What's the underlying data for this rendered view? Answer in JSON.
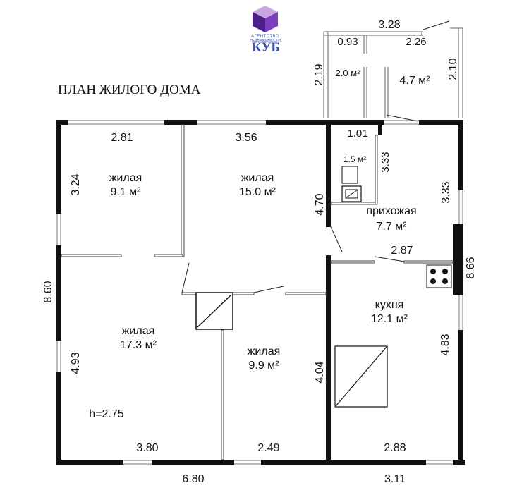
{
  "logo": {
    "agency_line1": "АГЕНТСТВО",
    "agency_line2": "НЕДВИЖИМОСТИ",
    "brand": "КУБ",
    "colors": {
      "cube_top": "#c9a7e3",
      "cube_left": "#4b1f8a",
      "cube_right": "#7b3fc0",
      "brand_text": "#3d4fb0"
    }
  },
  "title": "ПЛАН ЖИЛОГО ДОМА",
  "rooms": [
    {
      "id": "bedroom-nw",
      "label": "жилая",
      "area": "9.1 м²"
    },
    {
      "id": "living-north",
      "label": "жилая",
      "area": "15.0 м²"
    },
    {
      "id": "living-west",
      "label": "жилая",
      "area": "17.3 м²"
    },
    {
      "id": "bedroom-south",
      "label": "жилая",
      "area": "9.9 м²"
    },
    {
      "id": "hallway",
      "label": "прихожая",
      "area": "7.7 м²"
    },
    {
      "id": "kitchen",
      "label": "кухня",
      "area": "12.1 м²"
    },
    {
      "id": "porch-large",
      "label": "",
      "area": "4.7 м²"
    },
    {
      "id": "porch-small",
      "label": "",
      "area": "2.0 м²"
    },
    {
      "id": "bathroom",
      "label": "",
      "area": "1.5 м²"
    }
  ],
  "dimensions": {
    "north_left": "2.81",
    "north_mid": "3.56",
    "west_upper": "3.24",
    "west_total": "8.60",
    "west_lower": "4.93",
    "south_left": "3.80",
    "south_mid": "2.49",
    "south_right": "2.88",
    "south_total": "6.80",
    "south_total_right": "3.11",
    "wall_center": "4.70",
    "wall_lower": "4.04",
    "hallway_inner": "2.87",
    "bathroom_width": "1.01",
    "bathroom_height": "3.33",
    "east_upper": "3.33",
    "east_total": "8.66",
    "east_lower": "4.83",
    "porch_top": "3.28",
    "porch_small_w": "0.93",
    "porch_large_w": "2.26",
    "porch_left_h": "2.19",
    "porch_right_h": "2.10"
  },
  "ceiling_height": "h=2.75",
  "colors": {
    "wall": "#111111",
    "window": "#777777",
    "text": "#111111"
  }
}
